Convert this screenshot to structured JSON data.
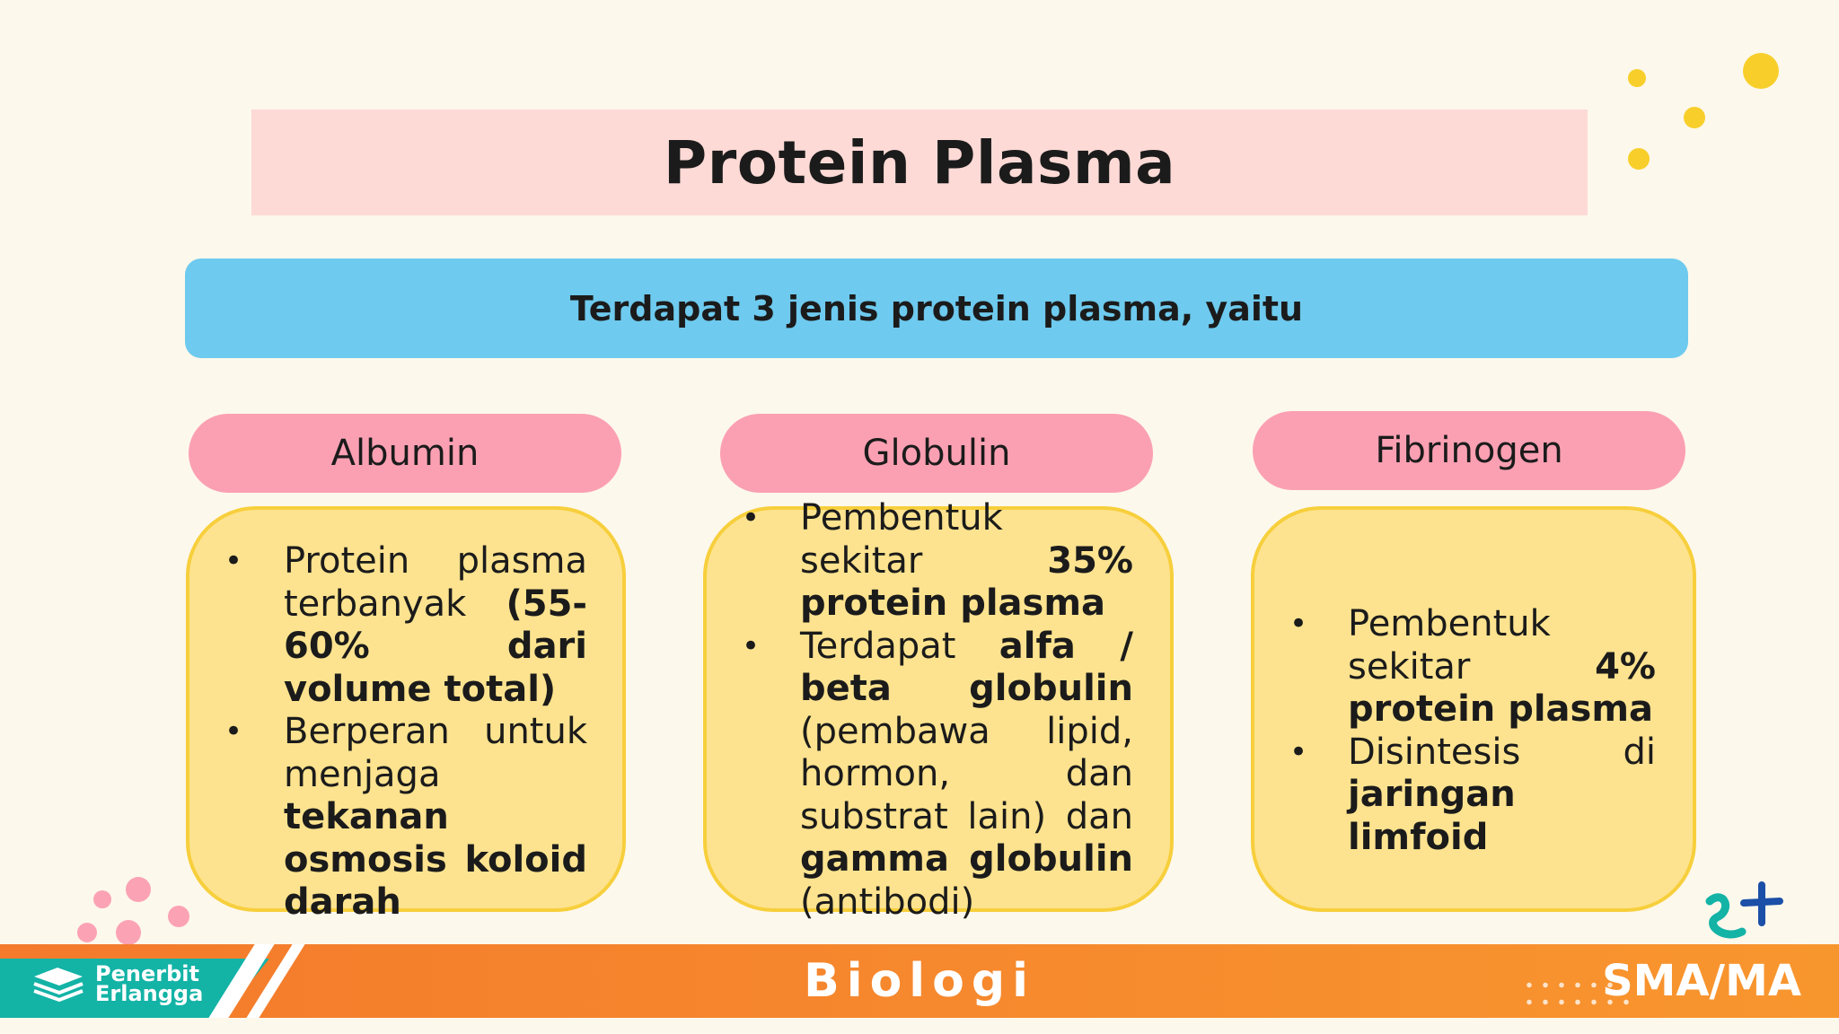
{
  "slide": {
    "title": "Protein Plasma",
    "subtitle": "Terdapat 3 jenis protein plasma, yaitu"
  },
  "columns": [
    {
      "header": "Albumin",
      "bullets": [
        [
          {
            "text": "Protein plasma terbanyak ",
            "bold": false
          },
          {
            "text": "(55-60% dari volume total)",
            "bold": true
          }
        ],
        [
          {
            "text": "Berperan untuk menjaga ",
            "bold": false
          },
          {
            "text": "tekanan osmosis koloid darah",
            "bold": true
          }
        ]
      ]
    },
    {
      "header": "Globulin",
      "bullets": [
        [
          {
            "text": "Pembentuk sekitar ",
            "bold": false
          },
          {
            "text": "35% protein plasma",
            "bold": true
          }
        ],
        [
          {
            "text": "Terdapat ",
            "bold": false
          },
          {
            "text": "alfa / beta globulin",
            "bold": true
          },
          {
            "text": " (pembawa lipid, hormon, dan substrat lain) dan ",
            "bold": false
          },
          {
            "text": "gamma globulin",
            "bold": true
          },
          {
            "text": " (antibodi)",
            "bold": false
          }
        ]
      ]
    },
    {
      "header": "Fibrinogen",
      "bullets": [
        [
          {
            "text": "Pembentuk sekitar ",
            "bold": false
          },
          {
            "text": "4% protein plasma",
            "bold": true
          }
        ],
        [
          {
            "text": "Disintesis di ",
            "bold": false
          },
          {
            "text": "jaringan limfoid",
            "bold": true
          }
        ]
      ]
    }
  ],
  "footer": {
    "publisher_line1": "Penerbit",
    "publisher_line2": "Erlangga",
    "subject": "Biologi",
    "level": "SMA/MA"
  },
  "colors": {
    "background": "#fdf8ec",
    "title_bg": "#fddad6",
    "subtitle_bg": "#6ecaee",
    "pill": "#fba0b3",
    "card": "#fde38f",
    "card_border": "#f7cf3c",
    "footer_orange": "#f47a2c",
    "footer_teal": "#13b3a6"
  },
  "icons": [
    "book-stack-icon",
    "plus-icon",
    "squiggle-icon"
  ]
}
